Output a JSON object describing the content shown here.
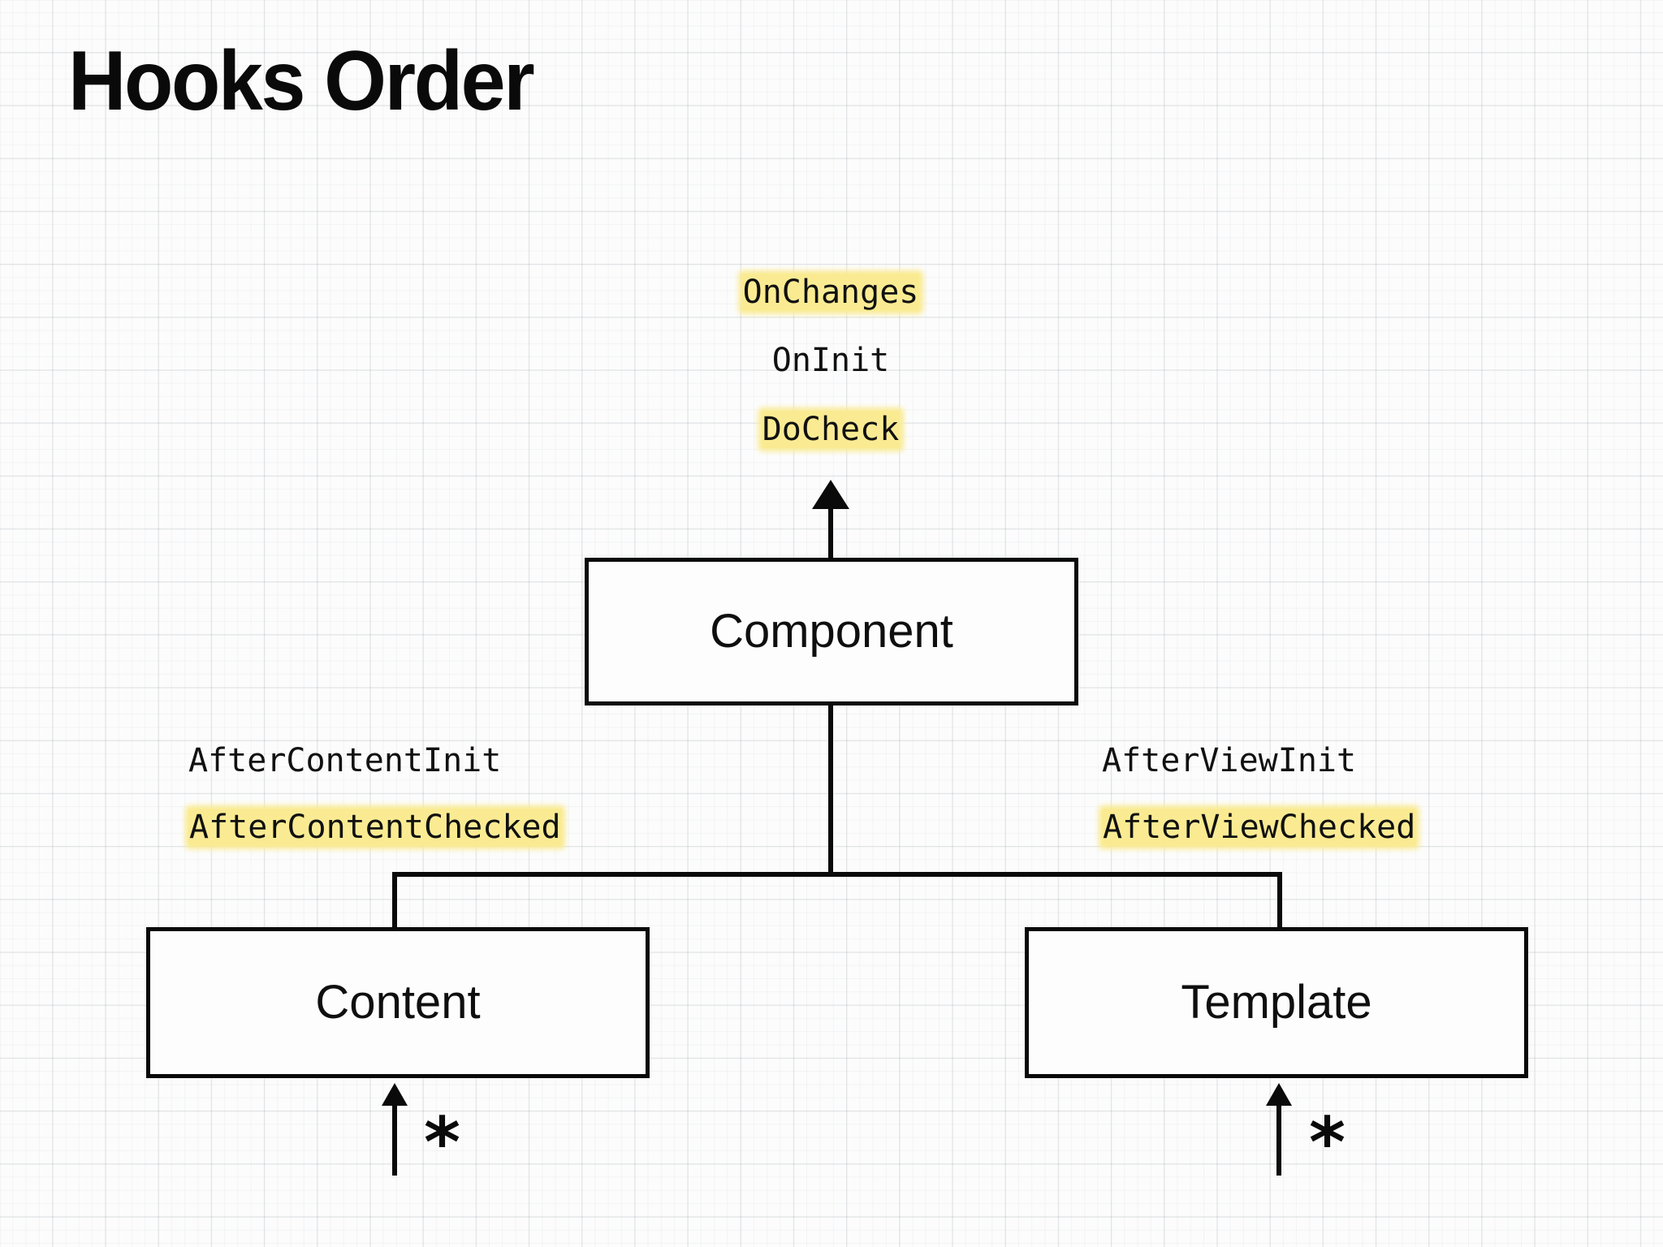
{
  "page": {
    "title": "Hooks Order",
    "background_color": "#fcfcfc",
    "grid_line_color": "#8c96a0",
    "ink_color": "#0a0a0a",
    "highlight_color": "#faeb93"
  },
  "hooks": {
    "component_top": [
      {
        "label": "OnChanges",
        "highlighted": true
      },
      {
        "label": "OnInit",
        "highlighted": false
      },
      {
        "label": "DoCheck",
        "highlighted": true
      }
    ],
    "content_side": [
      {
        "label": "AfterContentInit",
        "highlighted": false
      },
      {
        "label": "AfterContentChecked",
        "highlighted": true
      }
    ],
    "view_side": [
      {
        "label": "AfterViewInit",
        "highlighted": false
      },
      {
        "label": "AfterViewChecked",
        "highlighted": true
      }
    ]
  },
  "nodes": {
    "component": {
      "label": "Component"
    },
    "content": {
      "label": "Content"
    },
    "template": {
      "label": "Template"
    }
  },
  "annotations": {
    "content_multiplicity": "*",
    "template_multiplicity": "*"
  }
}
